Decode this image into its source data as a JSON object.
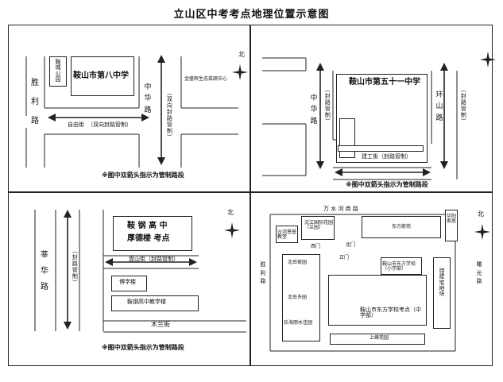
{
  "title": "立山区中考考点地理位置示意图",
  "north": "北",
  "note": "※图中双箭头指示为管制路段",
  "panel1": {
    "road_left": "胜利路",
    "park": "鞍城公园",
    "school": "鞍山市第八中学",
    "road_right": "中华路",
    "control_right": "（双向封路管制）",
    "center": "金盛晖生态菜蔬中心",
    "street": "自由街",
    "street_control": "（双向封路管制）"
  },
  "panel2": {
    "control_left": "（封路管制）",
    "road_left": "中华路",
    "school": "鞍山市第五十一中学",
    "road_right": "环山路",
    "control_right": "（封路管制）",
    "street": "建工街（封路管制）"
  },
  "panel3": {
    "road_left": "莘华路",
    "control_left": "（封路管制）",
    "school_line1": "鞍 钢 高 中",
    "school_line2": "厚德楼 考点",
    "street": "盘山街（封路管制）",
    "bldg1": "博学楼",
    "bldg2": "鞍钢高中教学楼",
    "street2": "木兰街"
  },
  "panel4": {
    "street_top": "万 水 河 商 路",
    "road_left": "胜利路",
    "road_right": "曙光路",
    "garden": "沈江国际花园（兰园）",
    "kindergarten": "沙河恩誉教堂",
    "shop": "东方蔚苑",
    "north_gate": "北门",
    "south_gate": "正门",
    "west_gate": "西门",
    "bldg_a": "北岳家园",
    "bldg_b": "北岳多园",
    "bldg_c": "珍海丽水佳园",
    "xiaoxue": "鞍山市东方学校（小学部）",
    "school": "鞍山市东方学校考点（中学部）",
    "construction": "待建宅地块",
    "store": "华阳家居",
    "bottom": "上峰苑园"
  }
}
